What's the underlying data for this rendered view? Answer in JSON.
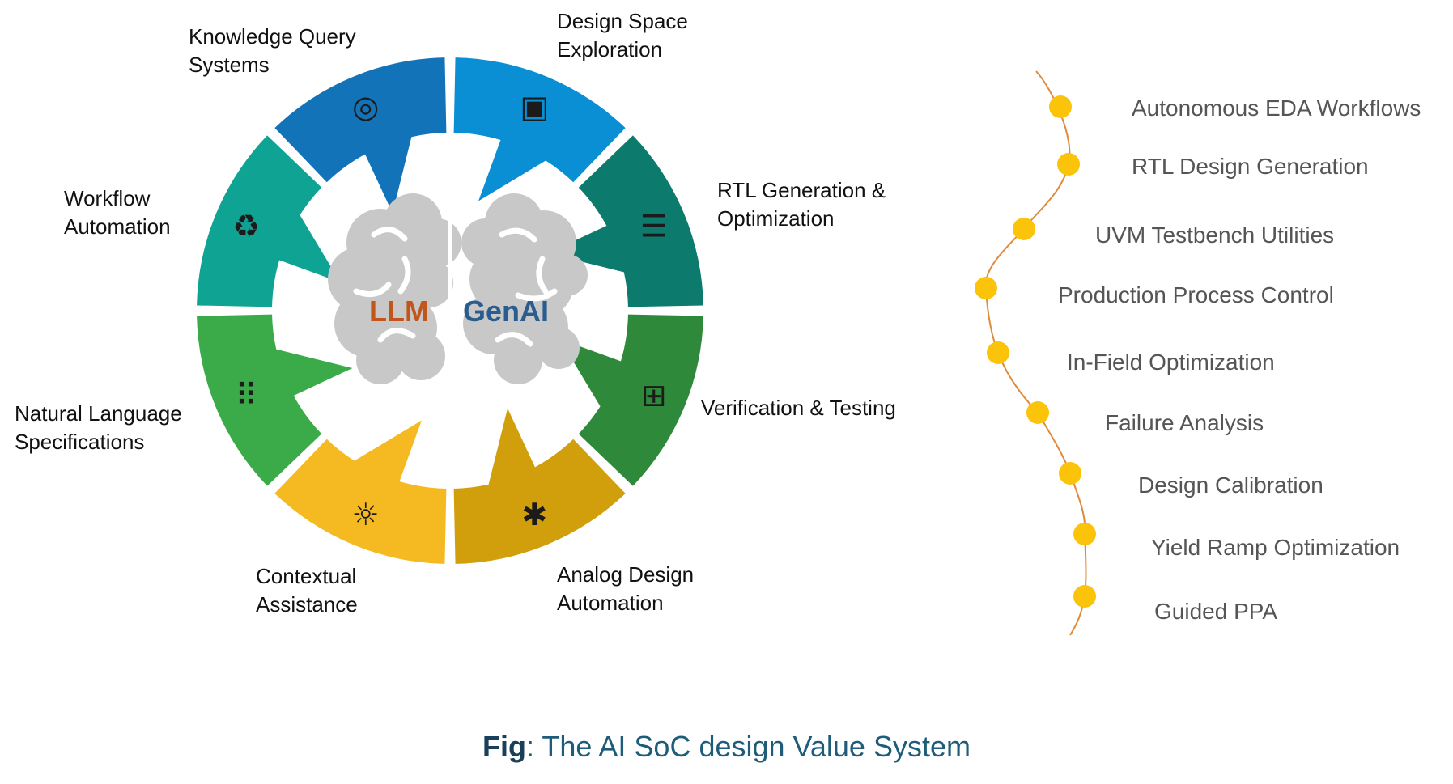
{
  "wheel": {
    "center": {
      "left_word": "LLM",
      "right_word": "GenAI",
      "left_color": "#c0561b",
      "right_color": "#2a5d8f",
      "brain_color": "#c8c8c8"
    },
    "segments": [
      {
        "label": "Design Space\nExploration",
        "color": "#0a8fd4",
        "icon": "chip-icon"
      },
      {
        "label": "RTL Generation &\nOptimization",
        "color": "#0c7a6d",
        "icon": "database-icon"
      },
      {
        "label": "Verification & Testing",
        "color": "#2e8a3a",
        "icon": "calculator-icon"
      },
      {
        "label": "Analog Design\nAutomation",
        "color": "#d29f0c",
        "icon": "network-hub-icon"
      },
      {
        "label": "Contextual\nAssistance",
        "color": "#f5b921",
        "icon": "lightbulb-gear-icon"
      },
      {
        "label": "Natural Language\nSpecifications",
        "color": "#3aab48",
        "icon": "braille-icon"
      },
      {
        "label": "Workflow\nAutomation",
        "color": "#0fa393",
        "icon": "recycle-leaf-icon"
      },
      {
        "label": "Knowledge Query\nSystems",
        "color": "#1273b8",
        "icon": "coins-icon"
      }
    ]
  },
  "timeline": {
    "line_color": "#e08a3c",
    "dot_color": "#fcc30b",
    "items": [
      "Autonomous EDA Workflows",
      "RTL Design Generation",
      "UVM Testbench Utilities",
      "Production Process Control",
      "In-Field Optimization",
      "Failure Analysis",
      "Design Calibration",
      "Yield Ramp Optimization",
      "Guided PPA"
    ]
  },
  "caption": {
    "prefix": "Fig",
    "text": ": The AI SoC design Value System",
    "color": "#1f5c7a"
  }
}
